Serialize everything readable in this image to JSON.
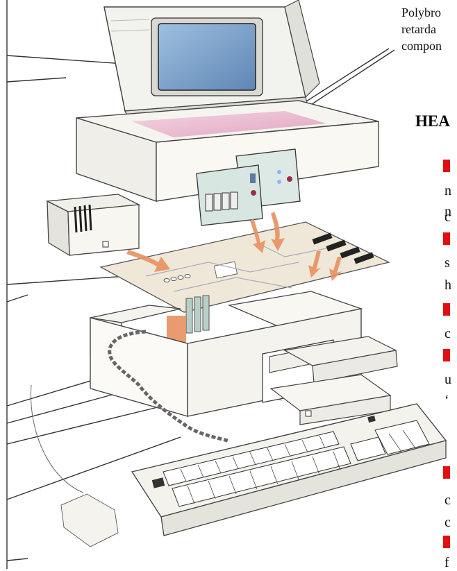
{
  "intro": {
    "lines": [
      "Polybro",
      "retarda",
      "compon"
    ]
  },
  "heading": "HEA",
  "fragments": [
    "n",
    "n",
    "c",
    "s",
    "h",
    "c",
    "u",
    "‘",
    "c",
    "c",
    "f"
  ],
  "colors": {
    "marker": "#e01010",
    "arrow": "#e89060",
    "screen_face": "#7fa3c9",
    "board": "#efe8d8",
    "highlight": "#e7b3cc"
  }
}
